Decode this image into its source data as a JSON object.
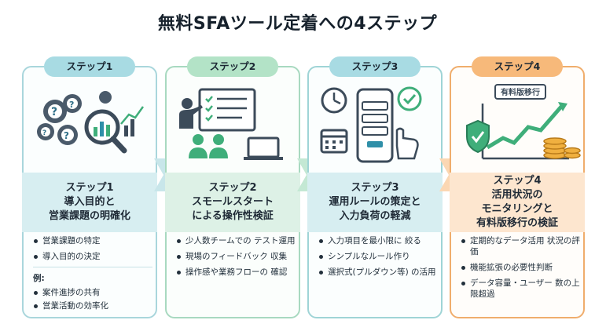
{
  "title": "無料SFAツール定着への4ステップ",
  "colors": {
    "teal_light": "#d7eef1",
    "green_light": "#ddf1e6",
    "orange_light": "#fde6cf",
    "pill_teal": "#a8dbe3",
    "pill_green": "#b3e3c7",
    "pill_orange": "#f7b97a",
    "accent_green": "#3fae7a",
    "accent_orange": "#e98a2e"
  },
  "steps": [
    {
      "pill": "ステップ1",
      "heading_step": "ステップ1",
      "heading_lines": [
        "導入目的と",
        "営業課題の明確化"
      ],
      "bullets": [
        "営業課題の特定",
        "導入目的の決定"
      ],
      "example_label": "例:",
      "examples": [
        "案件進捗の共有",
        "営業活動の効率化"
      ],
      "illustration": "gears-question-magnifier-chart"
    },
    {
      "pill": "ステップ2",
      "heading_step": "ステップ2",
      "heading_lines": [
        "スモールスタート",
        "による操作性検証"
      ],
      "bullets": [
        "少人数チームでの テスト運用",
        "現場のフィードバック 収集",
        "操作感や業務フローの 確認"
      ],
      "illustration": "presenter-checklist-laptop-team"
    },
    {
      "pill": "ステップ3",
      "heading_step": "ステップ3",
      "heading_lines": [
        "運用ルールの策定と",
        "入力負荷の軽減"
      ],
      "bullets": [
        "入力項目を最小限に 絞る",
        "シンプルなルール作り",
        "選択式(プルダウン等) の活用"
      ],
      "illustration": "clock-phone-check-calendar"
    },
    {
      "pill": "ステップ4",
      "heading_step": "ステップ4",
      "heading_lines": [
        "活用状況の",
        "モニタリングと",
        "有料版移行の検証"
      ],
      "bullets": [
        "定期的なデータ活用 状況の評価",
        "機能拡張の必要性判断",
        "データ容量・ユーザー 数の上限超過"
      ],
      "badge": "有料版移行",
      "illustration": "shield-growth-chart-coins"
    }
  ]
}
